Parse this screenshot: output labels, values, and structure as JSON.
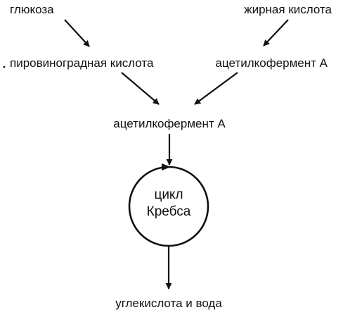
{
  "diagram": {
    "nodes": {
      "glucose": "глюкоза",
      "fatty_acid": "жирная кислота",
      "pyruvic_acid": "пировиноградная кислота",
      "acetyl_coa_right": "ацетилкофермент А",
      "acetyl_coa_center": "ацетилкофермент А",
      "krebs_line1": "цикл",
      "krebs_line2": "Кребса",
      "result": "углекислота и вода"
    },
    "edges": [
      {
        "from": "glucose",
        "to": "pyruvic_acid"
      },
      {
        "from": "fatty_acid",
        "to": "acetyl_coa_right"
      },
      {
        "from": "pyruvic_acid",
        "to": "acetyl_coa_center"
      },
      {
        "from": "acetyl_coa_right",
        "to": "acetyl_coa_center"
      },
      {
        "from": "acetyl_coa_center",
        "to": "krebs_cycle"
      },
      {
        "from": "krebs_cycle",
        "to": "result"
      }
    ],
    "colors": {
      "ink": "#111111",
      "background": "#ffffff"
    }
  }
}
